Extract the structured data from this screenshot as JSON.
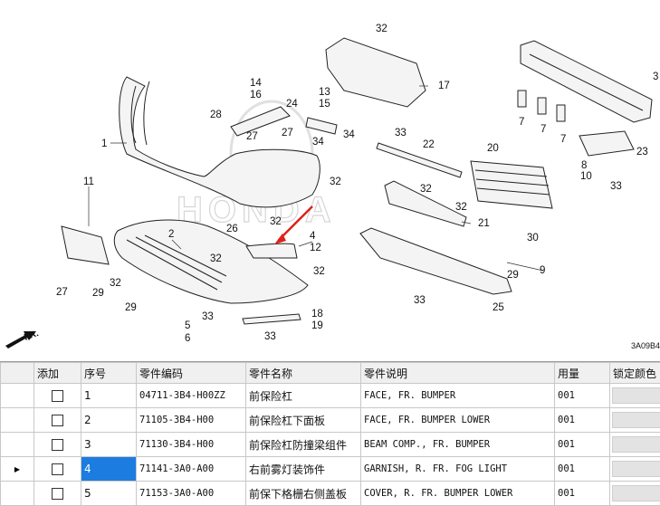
{
  "diagram": {
    "watermark": "HONDA",
    "code": "3A09B4",
    "fr_label": "FR.",
    "callouts": [
      "1",
      "2",
      "4",
      "5",
      "6",
      "7",
      "7",
      "7",
      "8",
      "9",
      "10",
      "11",
      "12",
      "13",
      "14",
      "15",
      "16",
      "17",
      "18",
      "19",
      "20",
      "21",
      "22",
      "23",
      "24",
      "25",
      "26",
      "27",
      "27",
      "27",
      "28",
      "29",
      "29",
      "29",
      "30",
      "32",
      "32",
      "32",
      "32",
      "32",
      "32",
      "32",
      "32",
      "33",
      "33",
      "33",
      "33",
      "33",
      "34",
      "34",
      "3"
    ]
  },
  "grid": {
    "columns": [
      "",
      "添加",
      "序号",
      "零件编码",
      "零件名称",
      "零件说明",
      "用量",
      "锁定颜色"
    ],
    "rows": [
      {
        "seq": "1",
        "code": "04711-3B4-H00ZZ",
        "name": "前保险杠",
        "desc": "FACE, FR. BUMPER",
        "qty": "001",
        "selected": false
      },
      {
        "seq": "2",
        "code": "71105-3B4-H00",
        "name": "前保险杠下面板",
        "desc": "FACE, FR. BUMPER LOWER",
        "qty": "001",
        "selected": false
      },
      {
        "seq": "3",
        "code": "71130-3B4-H00",
        "name": "前保险杠防撞梁组件",
        "desc": "BEAM COMP., FR. BUMPER",
        "qty": "001",
        "selected": false
      },
      {
        "seq": "4",
        "code": "71141-3A0-A00",
        "name": "右前雾灯装饰件",
        "desc": "GARNISH, R. FR. FOG LIGHT",
        "qty": "001",
        "selected": true
      },
      {
        "seq": "5",
        "code": "71153-3A0-A00",
        "name": "前保下格栅右侧盖板",
        "desc": "COVER, R. FR. BUMPER LOWER",
        "qty": "001",
        "selected": false
      }
    ]
  }
}
